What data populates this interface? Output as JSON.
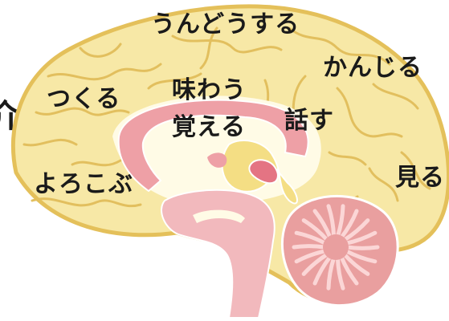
{
  "diagram": {
    "edge_glyph": "介",
    "labels": {
      "move": "うんどうする",
      "feel": "かんじる",
      "make": "つくる",
      "taste": "味わう",
      "remember": "覚える",
      "speak": "話す",
      "joy": "よろこぶ",
      "see": "見る"
    },
    "colors": {
      "brain_fill": "#f7e8a6",
      "brain_outline": "#e4c05a",
      "gyri_line": "#e2bf5e",
      "limbic_pink": "#eea0a6",
      "brainstem_pink": "#f2b9bd",
      "cerebellum_fill": "#e99f9f",
      "cerebellum_inner": "#fbd6d6",
      "thalamus_yellow": "#f4de84",
      "amygdala_red": "#e47483",
      "hollow_fill": "#fffbe6"
    }
  }
}
